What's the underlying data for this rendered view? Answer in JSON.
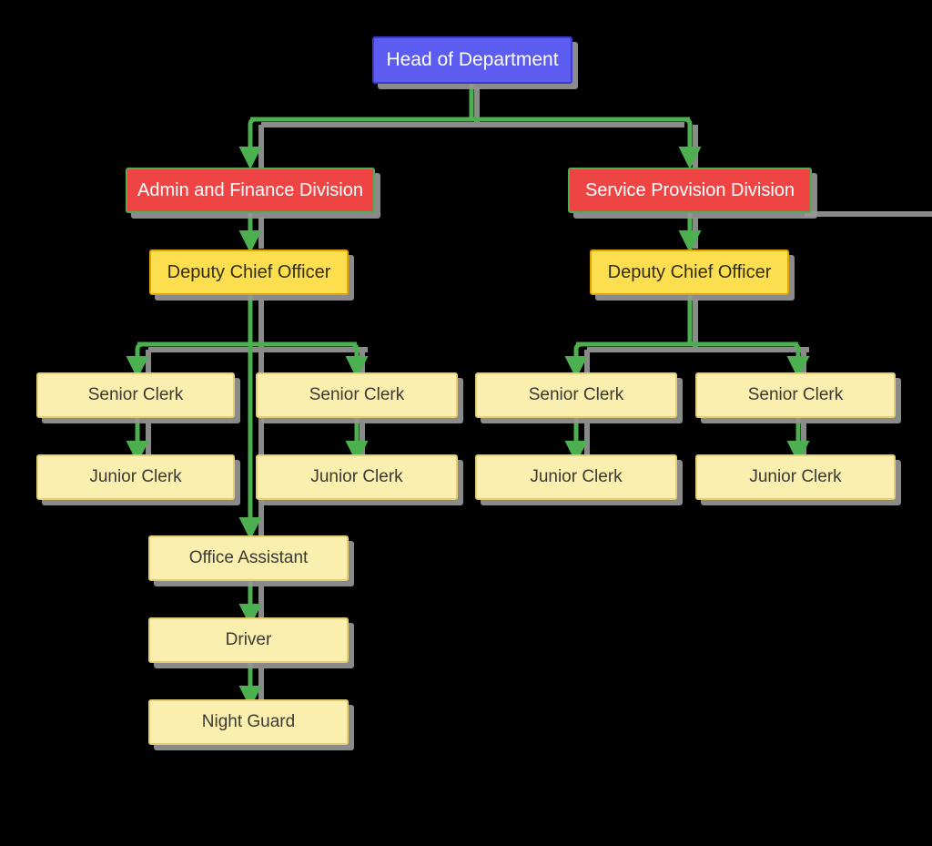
{
  "diagram": {
    "title": "Organizational Structure Chart",
    "type": "org-chart",
    "background_color": "#000000",
    "connector_color": "#4CAF50",
    "shadow_color": "#969696",
    "palette": {
      "root_fill": "#5C5CF0",
      "root_border": "#3B3BD0",
      "root_text": "#FFFFFF",
      "division_fill": "#EF4444",
      "division_border": "#4CAF50",
      "division_text": "#FFFFFF",
      "deputy_fill": "#FCDE4E",
      "deputy_border": "#E0A800",
      "deputy_text": "#332F14",
      "staff_fill": "#FAEFAE",
      "staff_border": "#E3CE73",
      "staff_text": "#3A3A33"
    }
  },
  "nodes": {
    "head": {
      "label": "Head of Department",
      "level": 0,
      "role": "root"
    },
    "admin_division": {
      "label": "Admin and Finance Division",
      "level": 1,
      "role": "division"
    },
    "service_division": {
      "label": "Service Provision Division",
      "level": 1,
      "role": "division"
    },
    "admin_deputy": {
      "label": "Deputy Chief Officer",
      "level": 2,
      "role": "deputy"
    },
    "service_deputy": {
      "label": "Deputy Chief Officer",
      "level": 2,
      "role": "deputy"
    },
    "admin_senior_clerk_1": {
      "label": "Senior Clerk",
      "level": 3,
      "role": "staff"
    },
    "admin_senior_clerk_2": {
      "label": "Senior Clerk",
      "level": 3,
      "role": "staff"
    },
    "service_senior_clerk_1": {
      "label": "Senior Clerk",
      "level": 3,
      "role": "staff"
    },
    "service_senior_clerk_2": {
      "label": "Senior Clerk",
      "level": 3,
      "role": "staff"
    },
    "admin_junior_clerk_1": {
      "label": "Junior Clerk",
      "level": 4,
      "role": "staff"
    },
    "admin_junior_clerk_2": {
      "label": "Junior Clerk",
      "level": 4,
      "role": "staff"
    },
    "service_junior_clerk_1": {
      "label": "Junior Clerk",
      "level": 4,
      "role": "staff"
    },
    "service_junior_clerk_2": {
      "label": "Junior Clerk",
      "level": 4,
      "role": "staff"
    },
    "office_assistant": {
      "label": "Office Assistant",
      "level": 5,
      "role": "staff"
    },
    "driver": {
      "label": "Driver",
      "level": 6,
      "role": "staff"
    },
    "night_guard": {
      "label": "Night Guard",
      "level": 7,
      "role": "staff"
    }
  },
  "edges": [
    {
      "from": "head",
      "to": "admin_division"
    },
    {
      "from": "head",
      "to": "service_division"
    },
    {
      "from": "admin_division",
      "to": "admin_deputy"
    },
    {
      "from": "service_division",
      "to": "service_deputy"
    },
    {
      "from": "admin_deputy",
      "to": "admin_senior_clerk_1"
    },
    {
      "from": "admin_deputy",
      "to": "admin_senior_clerk_2"
    },
    {
      "from": "admin_deputy",
      "to": "office_assistant"
    },
    {
      "from": "service_deputy",
      "to": "service_senior_clerk_1"
    },
    {
      "from": "service_deputy",
      "to": "service_senior_clerk_2"
    },
    {
      "from": "admin_senior_clerk_1",
      "to": "admin_junior_clerk_1"
    },
    {
      "from": "admin_senior_clerk_2",
      "to": "admin_junior_clerk_2"
    },
    {
      "from": "service_senior_clerk_1",
      "to": "service_junior_clerk_1"
    },
    {
      "from": "service_senior_clerk_2",
      "to": "service_junior_clerk_2"
    },
    {
      "from": "office_assistant",
      "to": "driver"
    },
    {
      "from": "driver",
      "to": "night_guard"
    }
  ]
}
